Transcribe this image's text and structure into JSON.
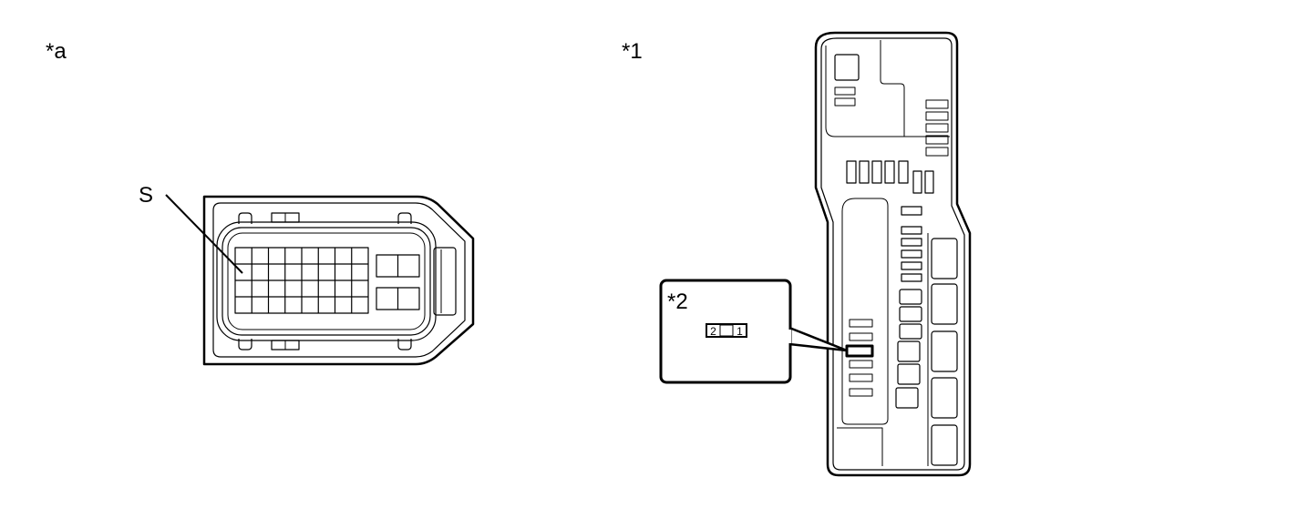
{
  "labels": {
    "view_a": "*a",
    "part_1": "*1",
    "part_2": "*2",
    "connector_s": "S"
  },
  "fuse_pins": {
    "left": "2",
    "right": "1"
  }
}
